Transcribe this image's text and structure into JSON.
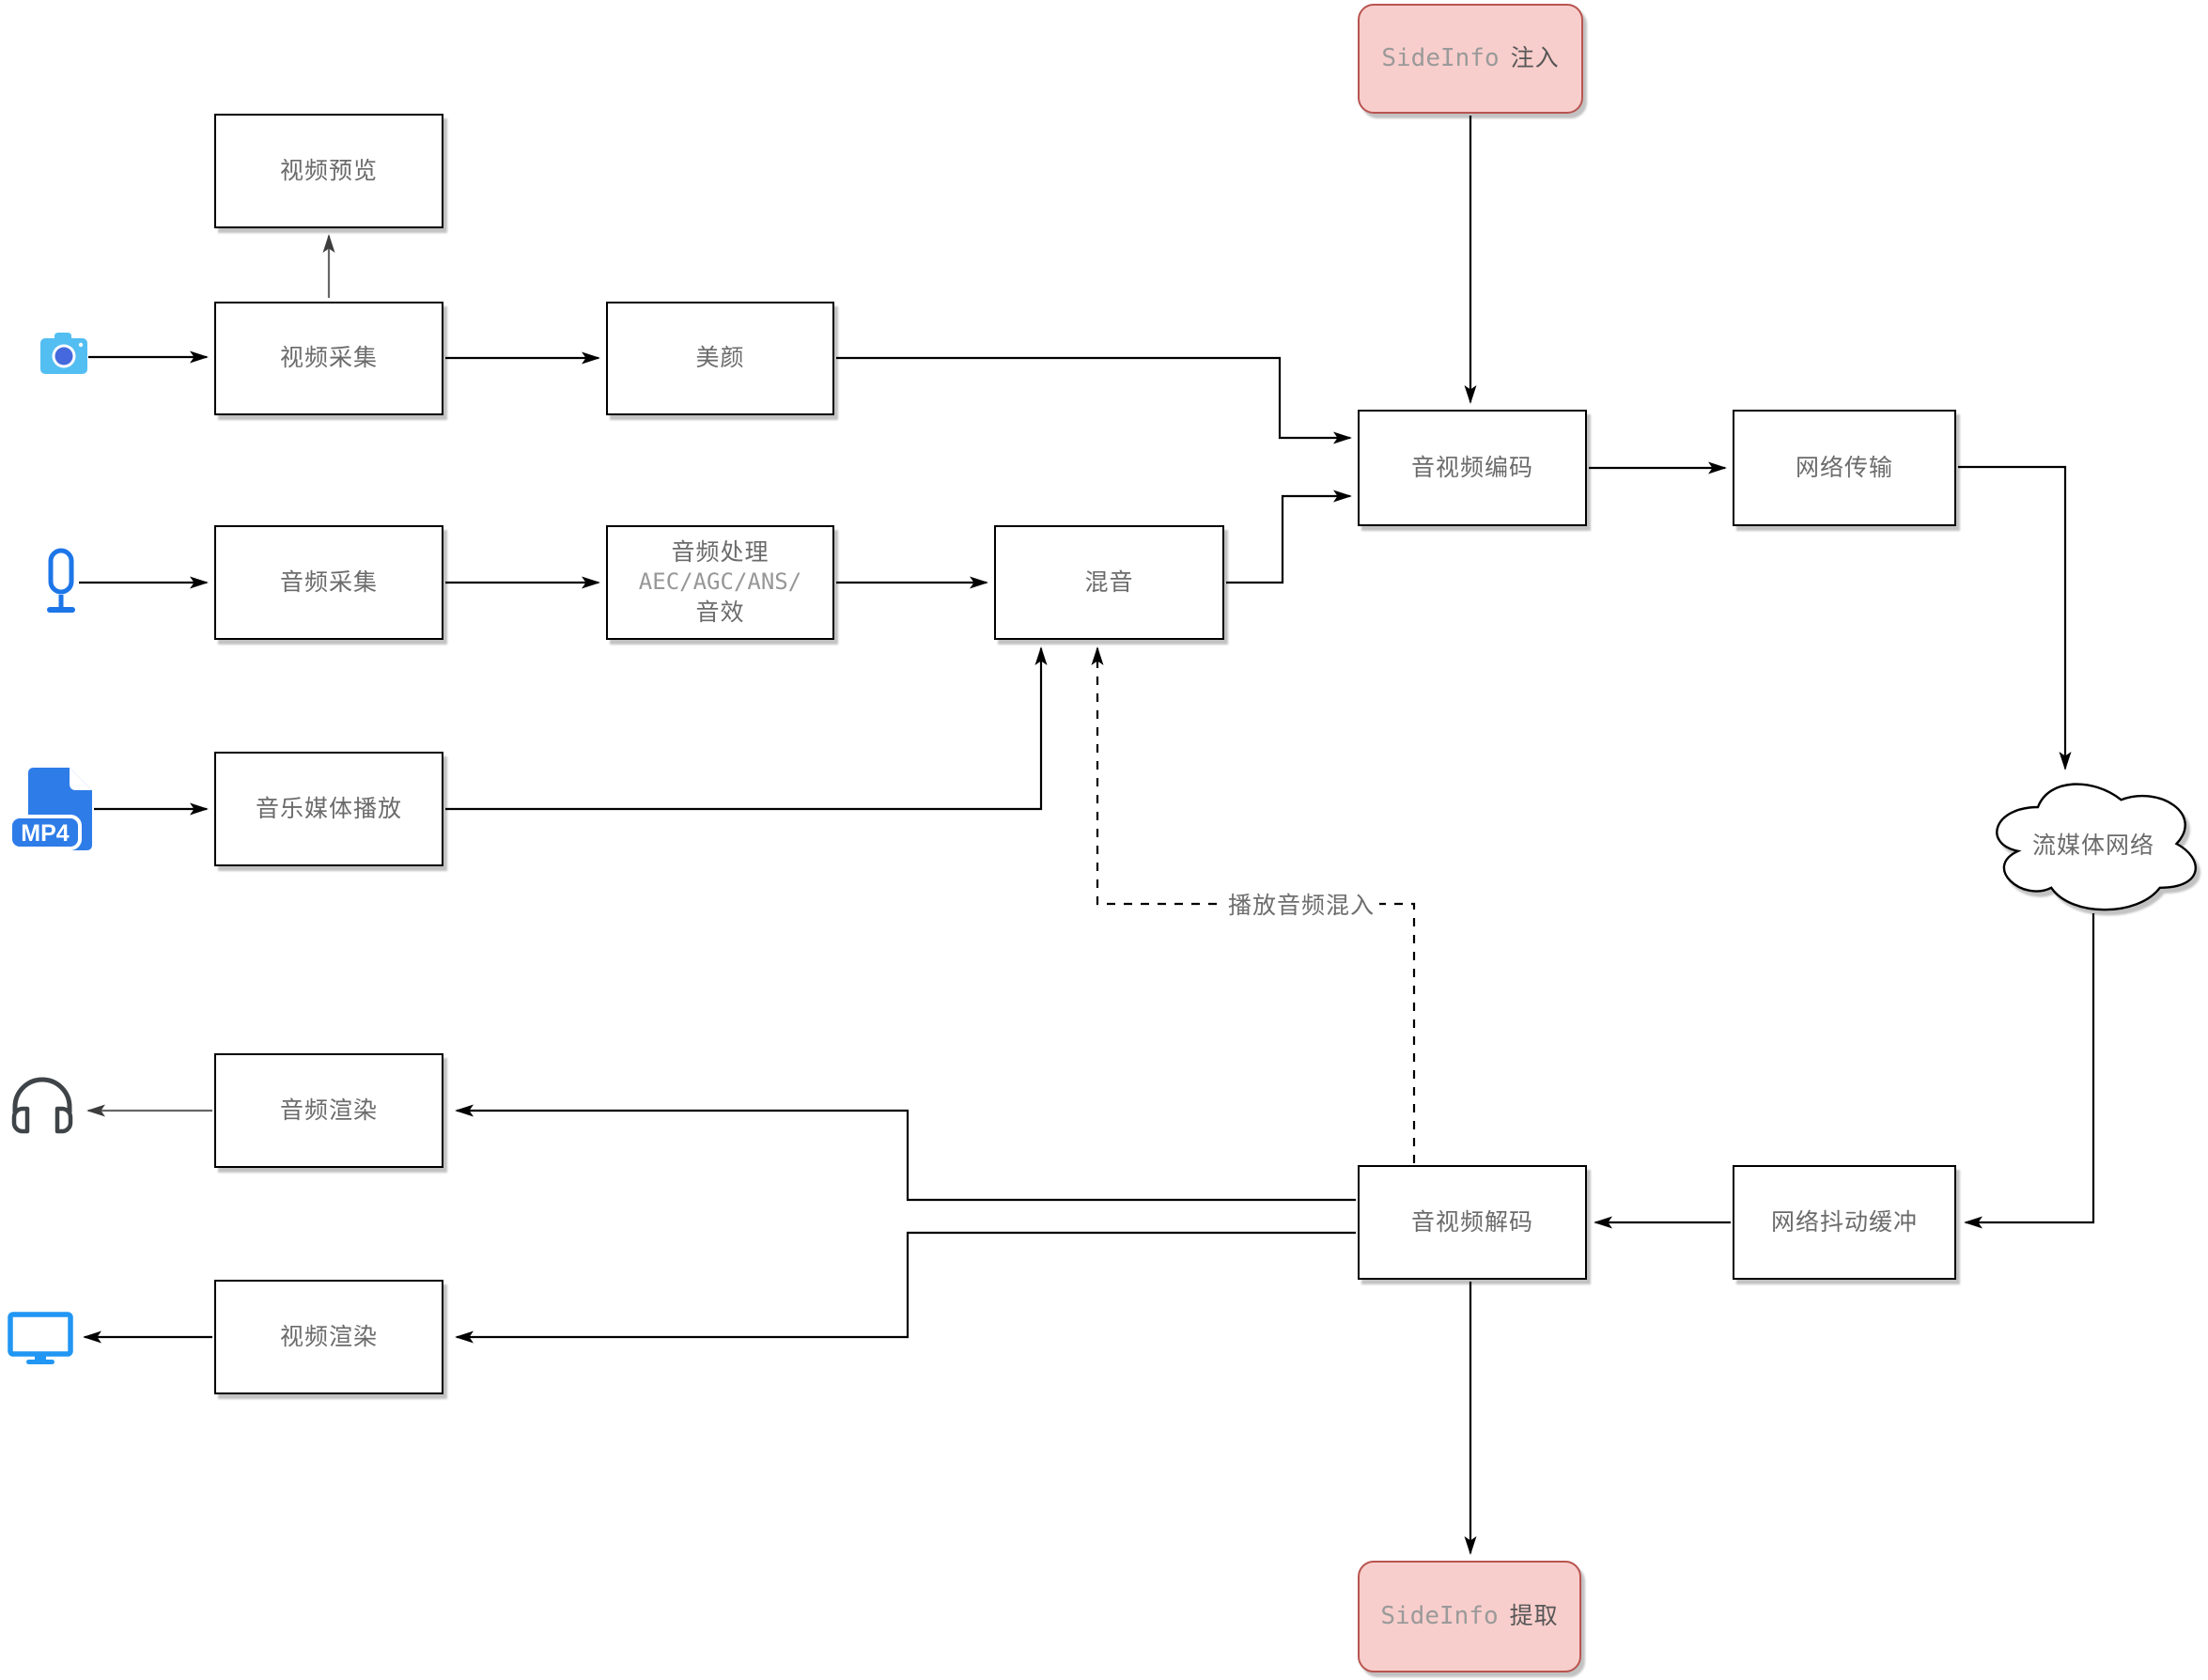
{
  "nodes": {
    "video_preview": {
      "label": "视频预览"
    },
    "video_capture": {
      "label": "视频采集"
    },
    "beauty": {
      "label": "美颜"
    },
    "av_encode": {
      "label": "音视频编码"
    },
    "net_transmit": {
      "label": "网络传输"
    },
    "audio_capture": {
      "label": "音频采集"
    },
    "audio_process": {
      "line1": "音频处理",
      "line2": "AEC/AGC/ANS/",
      "line3": "音效"
    },
    "mix": {
      "label": "混音"
    },
    "media_play": {
      "label": "音乐媒体播放"
    },
    "stream_cloud": {
      "label": "流媒体网络"
    },
    "audio_render": {
      "label": "音频渲染"
    },
    "av_decode": {
      "label": "音视频解码"
    },
    "jitter_buffer": {
      "label": "网络抖动缓冲"
    },
    "video_render": {
      "label": "视频渲染"
    },
    "sideinfo_inject": {
      "latin": "SideInfo",
      "cn": "注入"
    },
    "sideinfo_extract": {
      "latin": "SideInfo",
      "cn": "提取"
    }
  },
  "edge_labels": {
    "playback_mix": "播放音频混入"
  },
  "icons": {
    "camera_icon": "camera",
    "microphone_icon": "microphone",
    "mp4_file_icon": "mp4-file",
    "mp4_badge": "MP4",
    "headphones_icon": "headphones",
    "monitor_icon": "monitor",
    "cloud_shape": "cloud"
  },
  "colors": {
    "box_fill": "#ffffff",
    "box_border": "#000000",
    "box_text": "#6b6b6b",
    "mono_text": "#9a9a9a",
    "pink_fill": "#f8cecc",
    "pink_border": "#b85450",
    "edge_black": "#000000",
    "edge_gray": "#5d5d5d",
    "icon_blue": "#2e7ce8",
    "camera_blue": "#53bef2",
    "lens_blue": "#4569dd",
    "monitor_blue": "#2196f3",
    "headphone_dark": "#3f4448"
  }
}
